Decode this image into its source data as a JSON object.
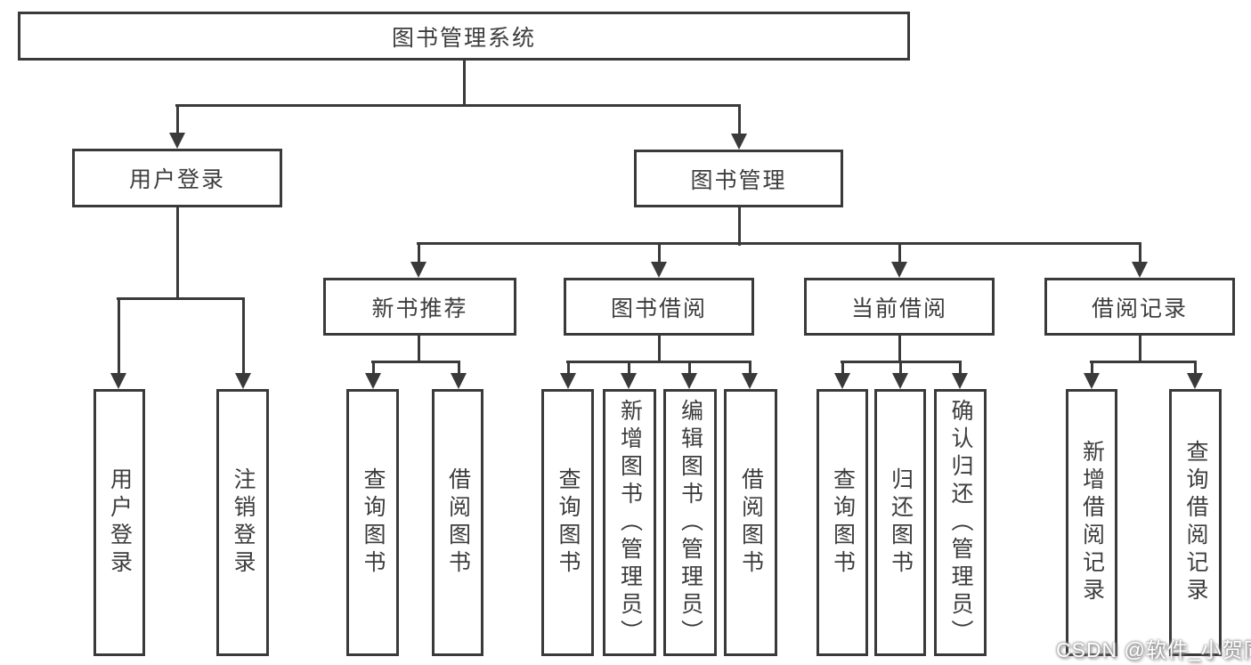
{
  "tree": {
    "label": "图书管理系统",
    "children": [
      {
        "label": "用户登录",
        "children": [
          {
            "label": "用户登录"
          },
          {
            "label": "注销登录"
          }
        ]
      },
      {
        "label": "图书管理",
        "children": [
          {
            "label": "新书推荐",
            "children": [
              {
                "label": "查询图书"
              },
              {
                "label": "借阅图书"
              }
            ]
          },
          {
            "label": "图书借阅",
            "children": [
              {
                "label": "查询图书"
              },
              {
                "label": "新增图书（管理员）"
              },
              {
                "label": "编辑图书（管理员）"
              },
              {
                "label": "借阅图书"
              }
            ]
          },
          {
            "label": "当前借阅",
            "children": [
              {
                "label": "查询图书"
              },
              {
                "label": "归还图书"
              },
              {
                "label": "确认归还（管理员）"
              }
            ]
          },
          {
            "label": "借阅记录",
            "children": [
              {
                "label": "新增借阅记录"
              },
              {
                "label": "查询借阅记录"
              }
            ]
          }
        ]
      }
    ]
  },
  "watermark": "CSDN @软件_小贺同学",
  "colors": {
    "line": "#3a3a3a",
    "text": "#3d3d3d",
    "background": "#ffffff",
    "watermark": "#ffffff"
  }
}
